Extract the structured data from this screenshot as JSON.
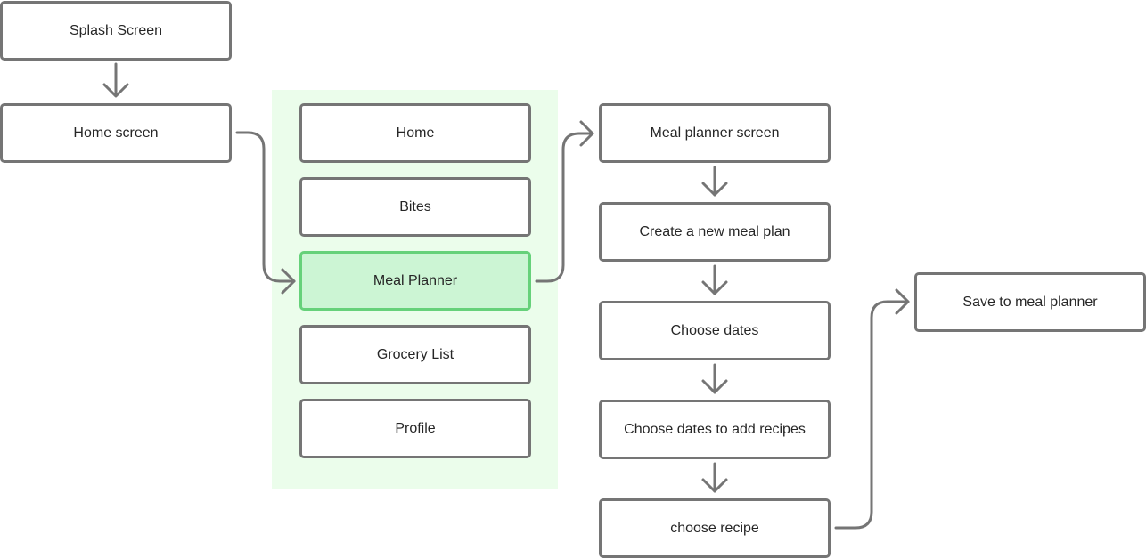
{
  "flow": {
    "splash": "Splash Screen",
    "home_screen": "Home screen",
    "meal_planner_screen": "Meal planner screen",
    "create_plan": "Create a new meal plan",
    "choose_dates": "Choose dates",
    "choose_dates_recipes": "Choose dates to add recipes",
    "choose_recipe": "choose recipe",
    "save": "Save to meal planner"
  },
  "nav_menu": {
    "items": [
      "Home",
      "Bites",
      "Meal Planner",
      "Grocery List",
      "Profile"
    ],
    "active": "Meal Planner"
  },
  "colors": {
    "node_border": "#757575",
    "group_background": "#ebfdeb",
    "active_fill": "#ccf5d4",
    "active_border": "#66d17a",
    "connector": "#757575"
  }
}
